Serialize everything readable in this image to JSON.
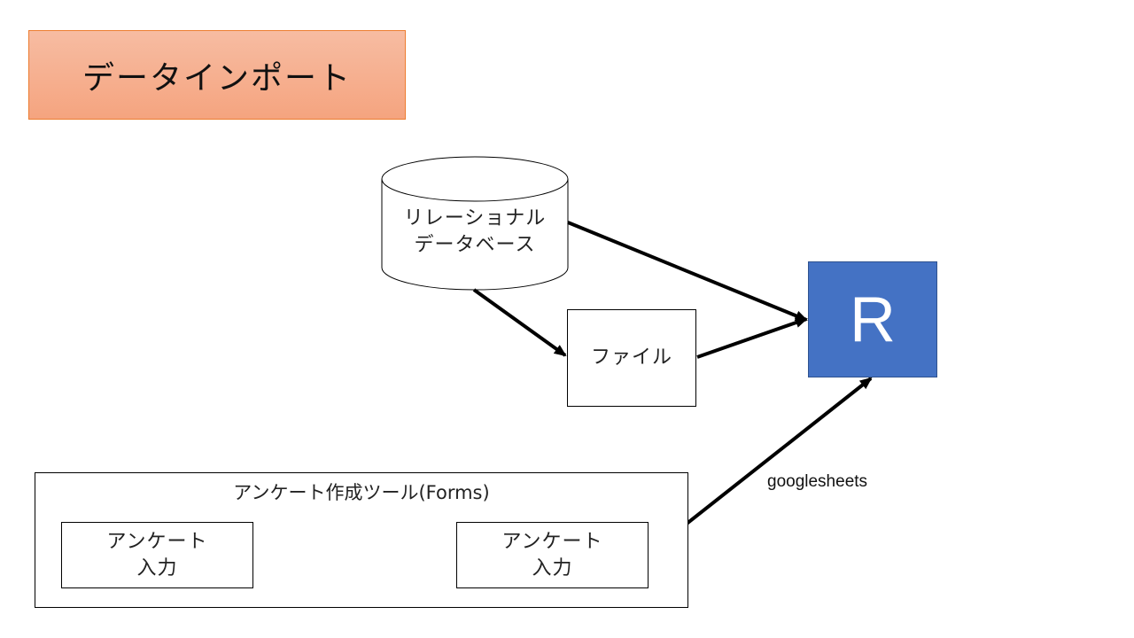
{
  "title": "データインポート",
  "nodes": {
    "database": {
      "line1": "リレーショナル",
      "line2": "データベース",
      "shape": "cylinder"
    },
    "file": {
      "label": "ファイル"
    },
    "r": {
      "label": "R",
      "color": "#4472c4"
    },
    "forms_group": {
      "label": "アンケート作成ツール(Forms)"
    },
    "survey_input_1": {
      "line1": "アンケート",
      "line2": "入力"
    },
    "survey_input_2": {
      "line1": "アンケート",
      "line2": "入力"
    }
  },
  "edges": [
    {
      "from": "database",
      "to": "r",
      "label": ""
    },
    {
      "from": "database",
      "to": "file",
      "label": ""
    },
    {
      "from": "file",
      "to": "r",
      "label": ""
    },
    {
      "from": "survey_input_1",
      "to": "survey_input_2",
      "label": ""
    },
    {
      "from": "survey_input_2",
      "to": "r",
      "label": "googlesheets"
    }
  ],
  "colors": {
    "title_fill": "#f5a47f",
    "title_border": "#ed7d31",
    "r_fill": "#4472c4"
  }
}
